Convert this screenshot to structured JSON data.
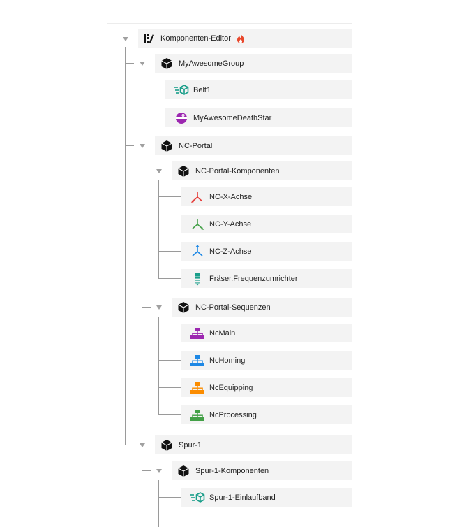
{
  "root": {
    "label": "Komponenten-Editor",
    "icon": "component-editor-icon",
    "badge_icon": "flame-icon"
  },
  "groups": [
    {
      "label": "MyAwesomeGroup",
      "icon": "cube-icon",
      "children": [
        {
          "label": "Belt1",
          "icon": "conveyor-belt-icon",
          "color": "#1a9e8a"
        },
        {
          "label": "MyAwesomeDeathStar",
          "icon": "death-star-icon",
          "color": "#9c27b0"
        }
      ]
    },
    {
      "label": "NC-Portal",
      "icon": "cube-icon",
      "subgroups": [
        {
          "label": "NC-Portal-Komponenten",
          "icon": "cube-icon",
          "children": [
            {
              "label": "NC-X-Achse",
              "icon": "axis-icon",
              "color": "#e53935"
            },
            {
              "label": "NC-Y-Achse",
              "icon": "axis-icon",
              "color": "#43a047"
            },
            {
              "label": "NC-Z-Achse",
              "icon": "axis-icon",
              "color": "#1e88e5"
            },
            {
              "label": "Fräser.Frequenzumrichter",
              "icon": "drill-bit-icon",
              "color": "#1a9e8a"
            }
          ]
        },
        {
          "label": "NC-Portal-Sequenzen",
          "icon": "cube-icon",
          "children": [
            {
              "label": "NcMain",
              "icon": "sitemap-icon",
              "color": "#9c27b0"
            },
            {
              "label": "NcHoming",
              "icon": "sitemap-icon",
              "color": "#1e88e5"
            },
            {
              "label": "NcEquipping",
              "icon": "sitemap-icon",
              "color": "#fb8c00"
            },
            {
              "label": "NcProcessing",
              "icon": "sitemap-icon",
              "color": "#43a047"
            }
          ]
        }
      ]
    },
    {
      "label": "Spur-1",
      "icon": "cube-icon",
      "subgroups": [
        {
          "label": "Spur-1-Komponenten",
          "icon": "cube-icon",
          "children": [
            {
              "label": "Spur-1-Einlaufband",
              "icon": "conveyor-belt-icon",
              "color": "#1a9e8a"
            }
          ]
        }
      ]
    }
  ]
}
